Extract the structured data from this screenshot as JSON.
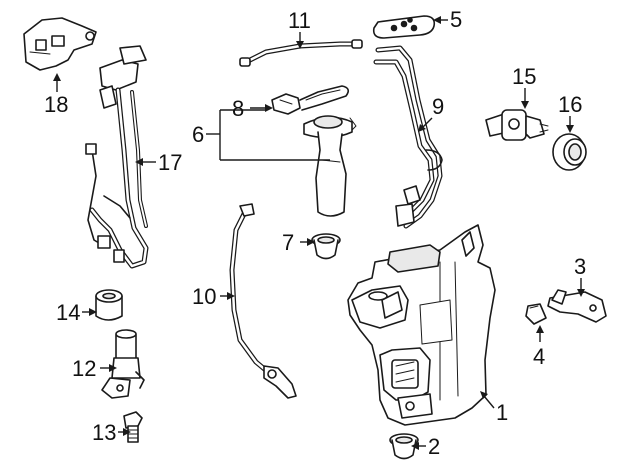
{
  "callouts": [
    {
      "id": "1",
      "label": "1"
    },
    {
      "id": "2",
      "label": "2"
    },
    {
      "id": "3",
      "label": "3"
    },
    {
      "id": "4",
      "label": "4"
    },
    {
      "id": "5",
      "label": "5"
    },
    {
      "id": "6",
      "label": "6"
    },
    {
      "id": "7",
      "label": "7"
    },
    {
      "id": "8",
      "label": "8"
    },
    {
      "id": "9",
      "label": "9"
    },
    {
      "id": "10",
      "label": "10"
    },
    {
      "id": "11",
      "label": "11"
    },
    {
      "id": "12",
      "label": "12"
    },
    {
      "id": "13",
      "label": "13"
    },
    {
      "id": "14",
      "label": "14"
    },
    {
      "id": "15",
      "label": "15"
    },
    {
      "id": "16",
      "label": "16"
    },
    {
      "id": "17",
      "label": "17"
    },
    {
      "id": "18",
      "label": "18"
    }
  ]
}
